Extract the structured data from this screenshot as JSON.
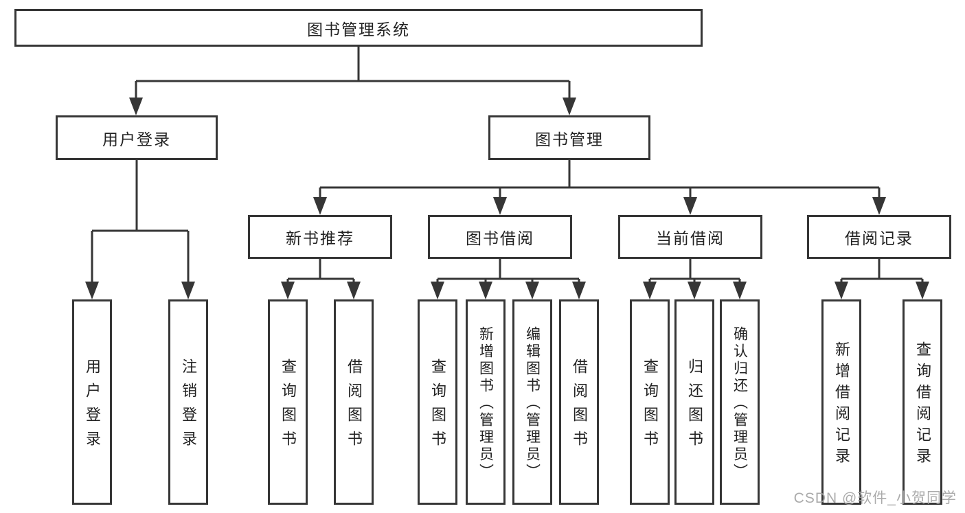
{
  "title": "图书管理系统",
  "level2": [
    "用户登录",
    "图书管理"
  ],
  "level3": [
    "新书推荐",
    "图书借阅",
    "当前借阅",
    "借阅记录"
  ],
  "leaves": [
    "用户登录",
    "注销登录",
    "查询图书",
    "借阅图书",
    "查询图书",
    "新增图书（管理员）",
    "编辑图书（管理员）",
    "借阅图书",
    "查询图书",
    "归还图书",
    "确认归还（管理员）",
    "新增借阅记录",
    "查询借阅记录"
  ],
  "hierarchy": {
    "图书管理系统": [
      "用户登录",
      "图书管理"
    ],
    "用户登录": [
      "用户登录",
      "注销登录"
    ],
    "图书管理": [
      "新书推荐",
      "图书借阅",
      "当前借阅",
      "借阅记录"
    ],
    "新书推荐": [
      "查询图书",
      "借阅图书"
    ],
    "图书借阅": [
      "查询图书",
      "新增图书（管理员）",
      "编辑图书（管理员）",
      "借阅图书"
    ],
    "当前借阅": [
      "查询图书",
      "归还图书",
      "确认归还（管理员）"
    ],
    "借阅记录": [
      "新增借阅记录",
      "查询借阅记录"
    ]
  },
  "watermark": "CSDN @软件_小贺同学",
  "colors": {
    "line": "#363636",
    "text": "#222222",
    "background": "#ffffff",
    "watermark": "#a3a3a3"
  }
}
